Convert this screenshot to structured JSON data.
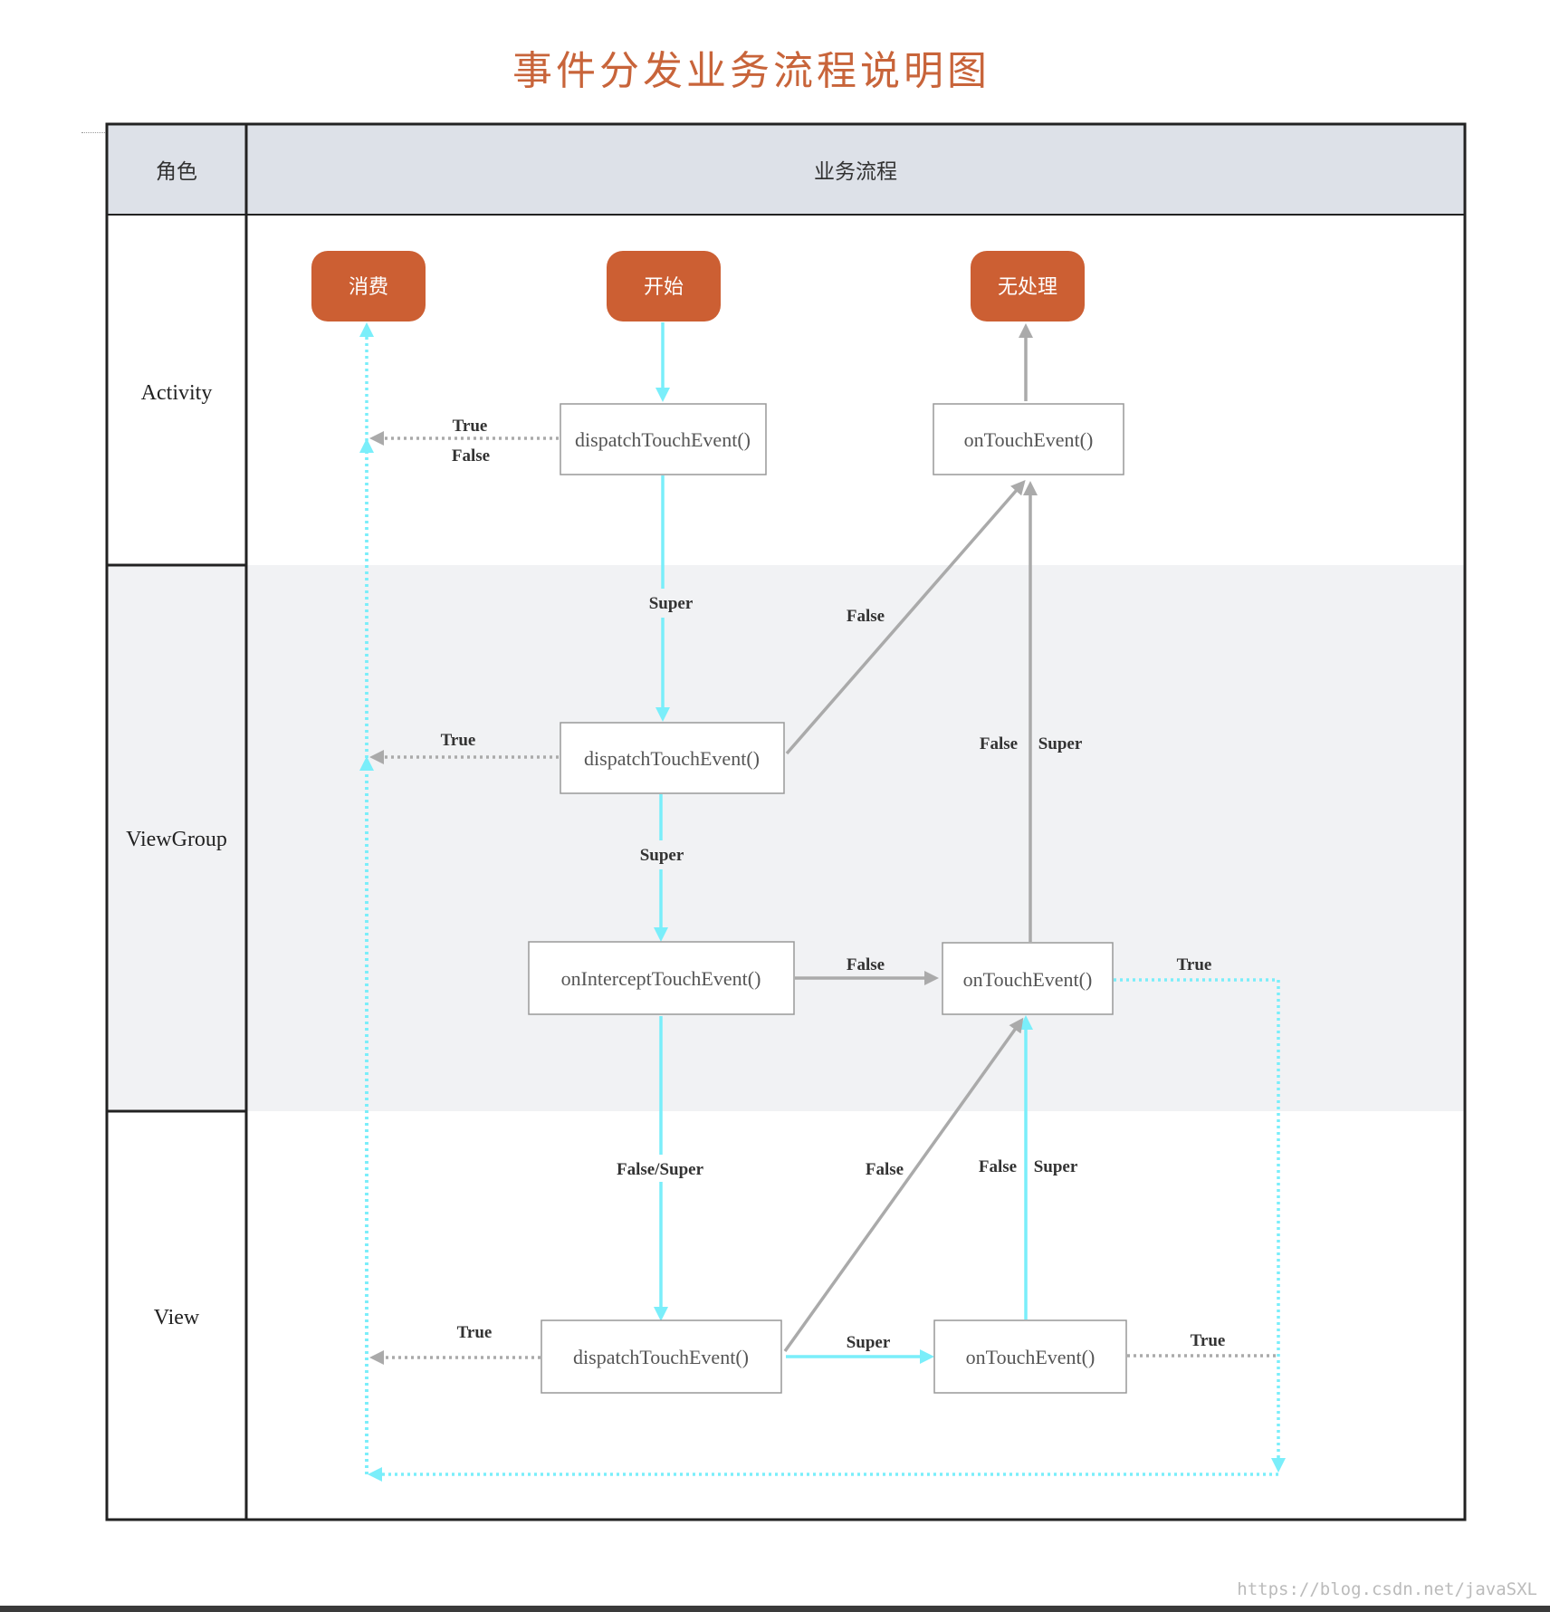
{
  "title": "事件分发业务流程说明图",
  "table": {
    "col_role": "角色",
    "col_flow": "业务流程",
    "roles": [
      "Activity",
      "ViewGroup",
      "View"
    ]
  },
  "terminals": {
    "consume": "消费",
    "start": "开始",
    "unhandled": "无处理"
  },
  "nodes": {
    "activity_dispatch": "dispatchTouchEvent()",
    "activity_ontouch": "onTouchEvent()",
    "viewgroup_dispatch": "dispatchTouchEvent()",
    "viewgroup_intercept": "onInterceptTouchEvent()",
    "viewgroup_ontouch": "onTouchEvent()",
    "view_dispatch": "dispatchTouchEvent()",
    "view_ontouch": "onTouchEvent()"
  },
  "edge_labels": {
    "activity_true": "True",
    "activity_false": "False",
    "super_1": "Super",
    "vg_false_up": "False",
    "vg_true": "True",
    "vg_false_mid": "False",
    "vg_super_mid": "Super",
    "super_2": "Super",
    "intercept_false": "False",
    "vg_touch_true": "True",
    "false_super": "False/Super",
    "view_false_diag": "False",
    "view_false_up": "False",
    "view_super_up": "Super",
    "view_true": "True",
    "view_super": "Super",
    "view_touch_true": "True"
  },
  "colors": {
    "title": "#c8643a",
    "pill": "#cc5f33",
    "cyan": "#7aeefa",
    "gray_arrow": "#aaaaaa",
    "header_bg": "#dde1e8",
    "band_bg": "#f1f2f4"
  },
  "watermark": "https://blog.csdn.net/javaSXL"
}
